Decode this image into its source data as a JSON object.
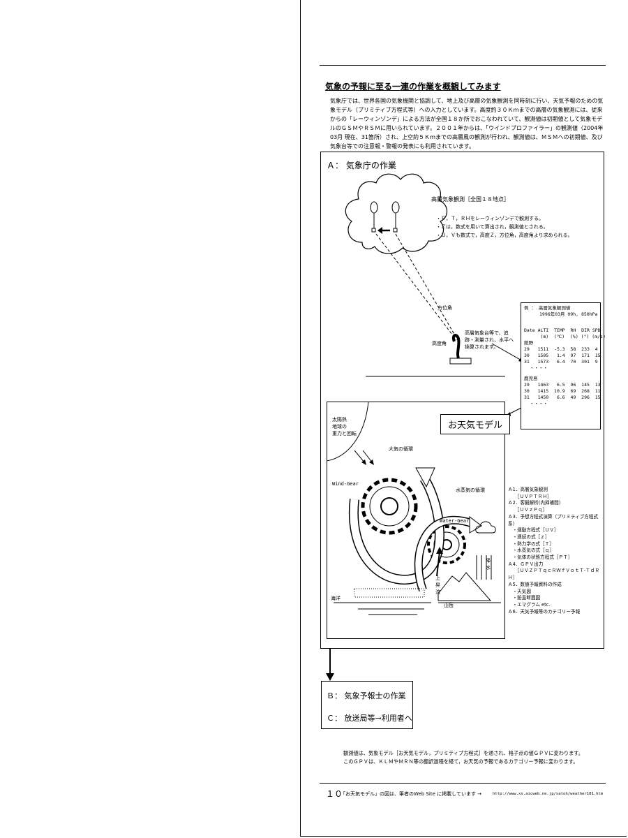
{
  "header": {
    "title": "気象の予報に至る一連の作業を概観してみます"
  },
  "intro": {
    "text": "気象庁では、世界各国の気象機関と協調して、地上及び高層の気象観測を同時刻に行い、天気予報のための気象モデル（プリミティブ方程式等）への入力としています。高度約３０Ｋｍまでの高層の気象観測には、従来からの「レーウィンゾンデ」による方法が全国１８か所でおこなわれていて、観測値は初期値として気象モデルのＧＳＭやＲＳＭに用いられています。２００１年からは、「ウインドプロファイラー」の観測値（2004年03月 現在、31箇所）され、上空約５Ｋｍまでの高層風の観測が行われ、観測値は、ＭＳＭへの初期値、及び気象台等での注意報・警報の発表にも利用されています。"
  },
  "section_a": {
    "title": "Ａ： 気象庁の作業",
    "obs_title": "高層気象観測［全国１８地点］",
    "obs_items": [
      "・Ｐ，Ｔ，ＲＨをレーウィンゾンデで観測する。",
      "・Ｚは，数式を用いて算出され，観測値とされる。",
      "・Ｕ，Ｖも数式で，高度Ｚ，方位角，高度角より求められる。"
    ],
    "azimuth_label": "方位角",
    "elevation_label": "高度角",
    "observer_note": "高層気象台等で、追跡・測量され、水平へ換算されます。",
    "table": {
      "header_1": "例 ： 高層気象観測値",
      "header_2": "1996年03月 09h, 850hPa",
      "columns": "Date ALTI  TEMP  RH  DIR SPD",
      "units": "      (m)  (℃)  (%) (°) (m/s)",
      "group_1": "館野",
      "rows_1": [
        "29   1511  -5.3  58  233  4",
        "30   1505   1.4  97  171  15",
        "31   1573   6.4  70  301  9"
      ],
      "ellipsis": "・・・・",
      "group_2": "鹿児島",
      "rows_2": [
        "29   1463   6.5  96  145  13",
        "30   1415  10.9  69  268  11",
        "31   1450   6.6  49  296  15"
      ]
    },
    "model": {
      "title": "お天気モデル",
      "sun_label": "太陽熱\n地球の\n重力と回転",
      "atmos_circ": "大気の循環",
      "vapor_circ": "水蒸気の循環",
      "wind_gear": "Wind-Gear",
      "water_gear": "Water-Gear",
      "rising": "上昇流",
      "rain": "降水",
      "ocean": "海洋",
      "mountain": "山岳"
    },
    "steps": [
      "Ａ1．高層気象観測",
      "　　［ＵＶＰＴＲＨ］",
      "Ａ2．客観解析(内挿補間)",
      "　　［ＵＶｚＰｑ］",
      "Ａ3．予想方程式演算（プリミティブ方程式系）",
      "　・運動方程式［ＵＶ］",
      "　・連続の式［ｚ］",
      "　・熱力学の式［Ｔ］",
      "　・水蒸気の式［ｑ］",
      "　・気体の状態方程式［ＰＴ］",
      "Ａ4．ＧＰＶ出力",
      "　　［ＵＶＺＰＴｑｃＲＷｆＶｏｔＴ-ＴｄＲＨ］",
      "Ａ5．数値予報資料の作成",
      "　・天気図",
      "　・鉛直断面図",
      "　・エマグラム etc.",
      "Ａ6．天気予報等のカテゴリー予報"
    ]
  },
  "section_b": {
    "label_b": "Ｂ： 気象予報士の作業",
    "label_c": "Ｃ： 放送局等→利用者へ"
  },
  "summary": {
    "line_1": "観測値は、気象モデル［お天気モデル，プリミティブ方程式］を通され、格子点の値ＧＰＶに変わります。",
    "line_2": "このＧＰＶは、ＫＬＭやＭＲＮ等の翻訳過程を経て，お天気の予報であるカテゴリー予報に変わります。"
  },
  "footer": {
    "page_number": "１０",
    "note": "「お天気モデル」の図は、筆者のWeb Site に掲載しています →",
    "url": "http://www.xs.aicweb.ne.jp/satoh/weather101.htm"
  }
}
